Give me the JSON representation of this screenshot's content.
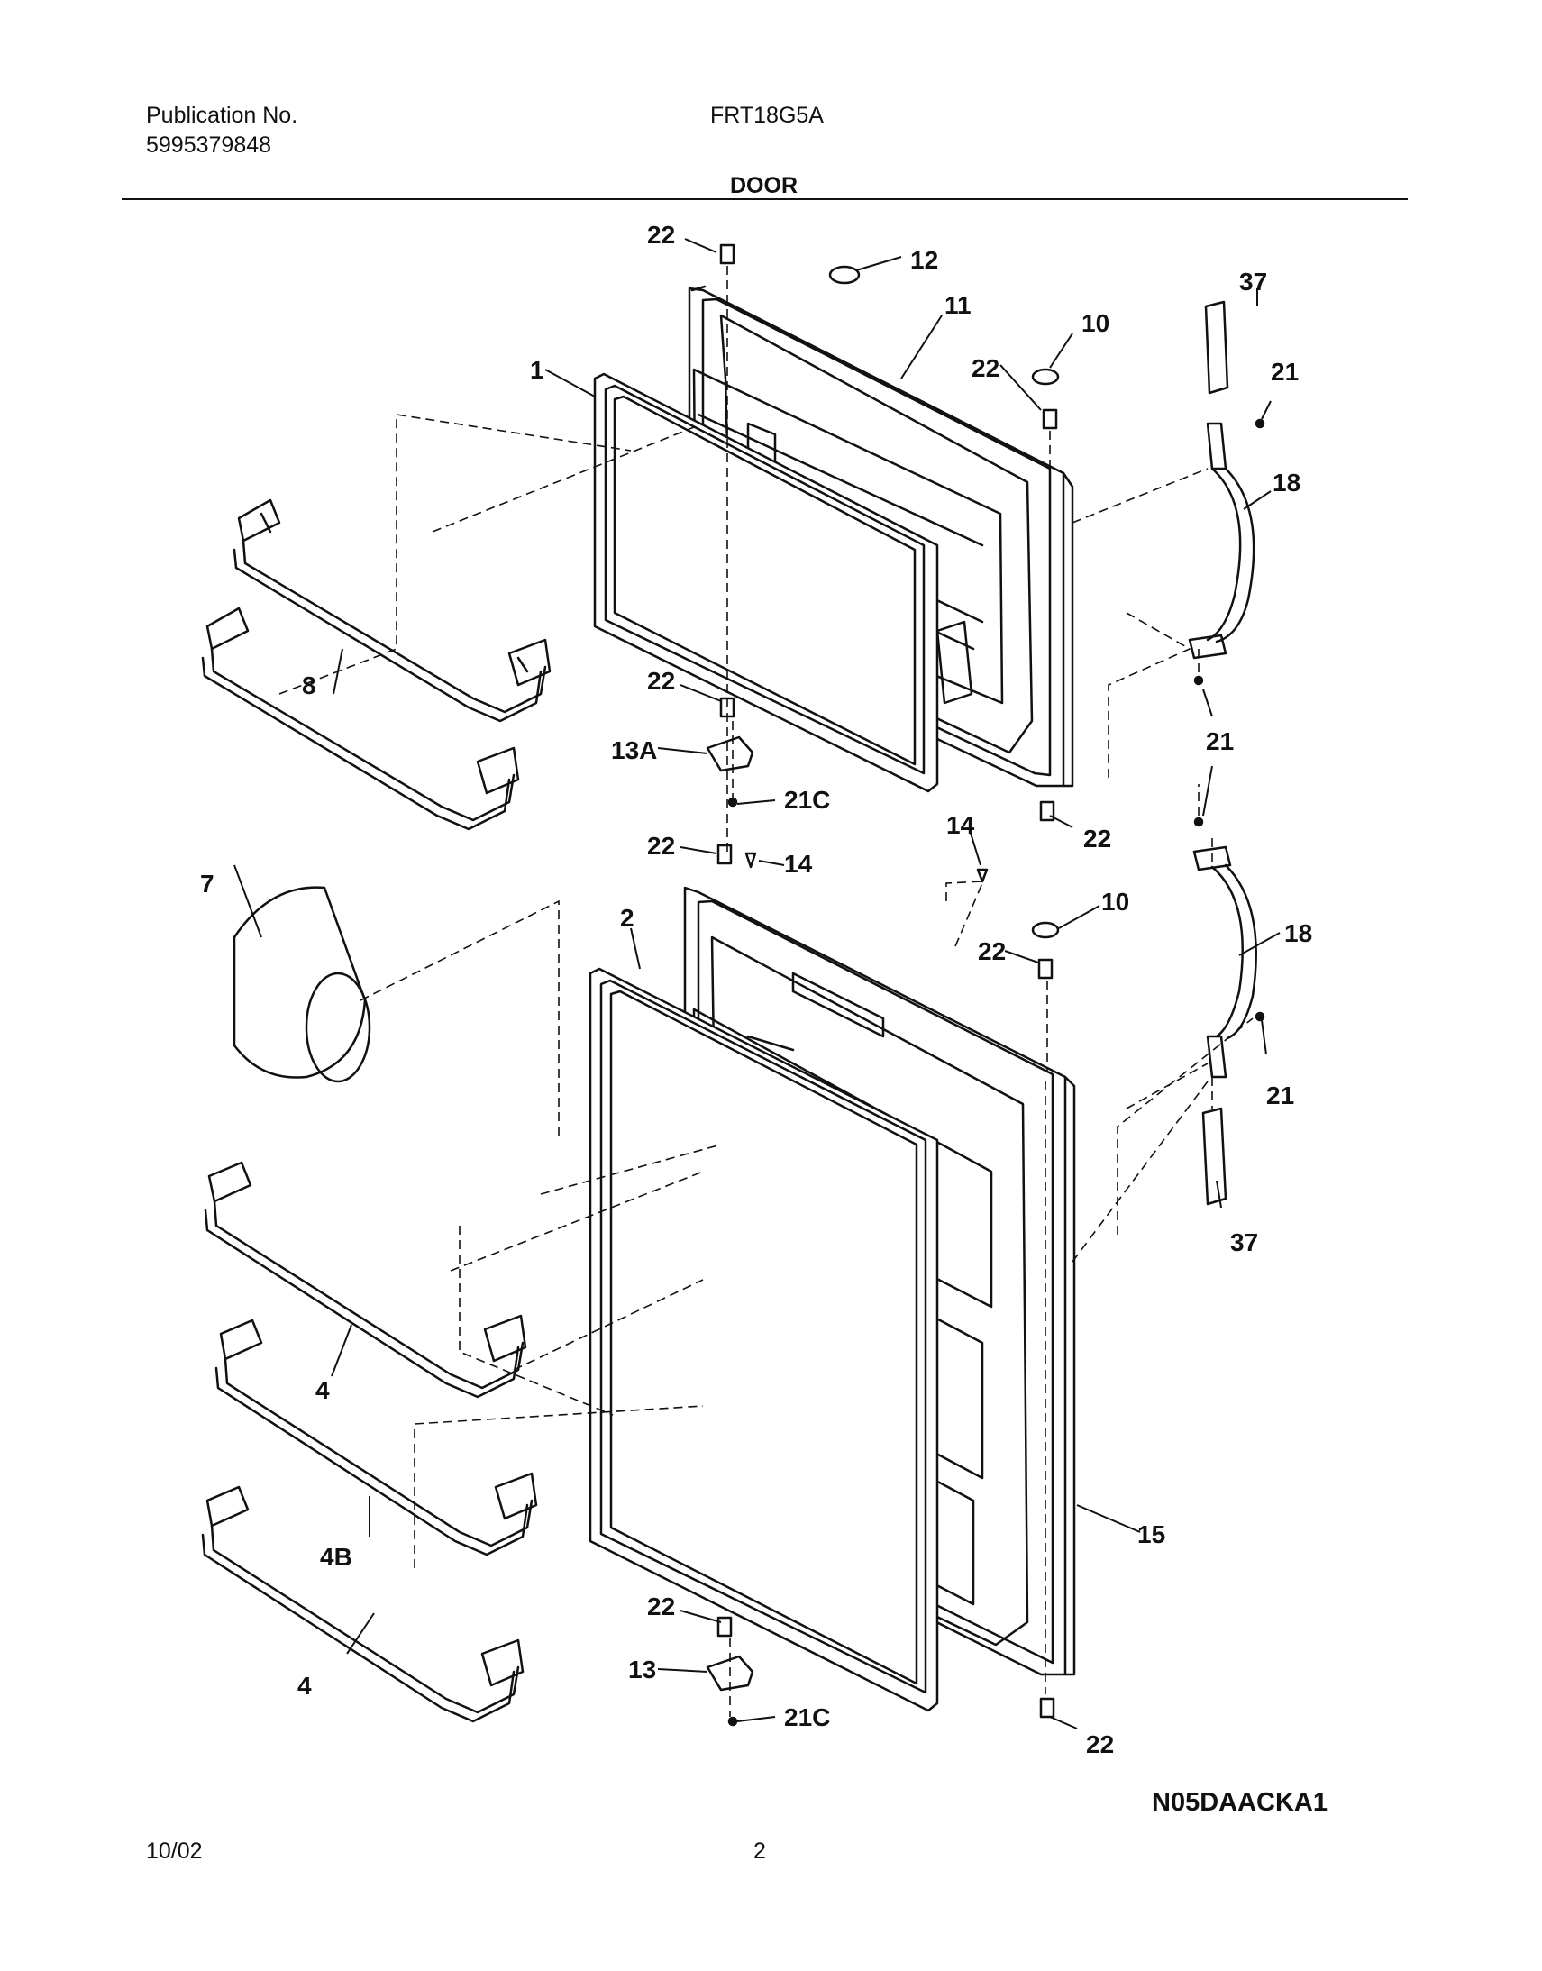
{
  "header": {
    "publication_label": "Publication No.",
    "publication_number": "5995379848",
    "model": "FRT18G5A",
    "section": "DOOR"
  },
  "callouts": {
    "c1": "1",
    "c2": "2",
    "c4a": "4",
    "c4b": "4",
    "c4B": "4B",
    "c7": "7",
    "c8": "8",
    "c10a": "10",
    "c10b": "10",
    "c11": "11",
    "c12": "12",
    "c13": "13",
    "c13A": "13A",
    "c14a": "14",
    "c14b": "14",
    "c15": "15",
    "c18a": "18",
    "c18b": "18",
    "c21a": "21",
    "c21b": "21",
    "c21c": "21",
    "c21Ca": "21C",
    "c21Cb": "21C",
    "c22a": "22",
    "c22b": "22",
    "c22c": "22",
    "c22d": "22",
    "c22e": "22",
    "c22f": "22",
    "c22g": "22",
    "c22h": "22",
    "c37a": "37",
    "c37b": "37"
  },
  "footer": {
    "drawing_code": "N05DAACKA1",
    "date": "10/02",
    "page": "2"
  }
}
